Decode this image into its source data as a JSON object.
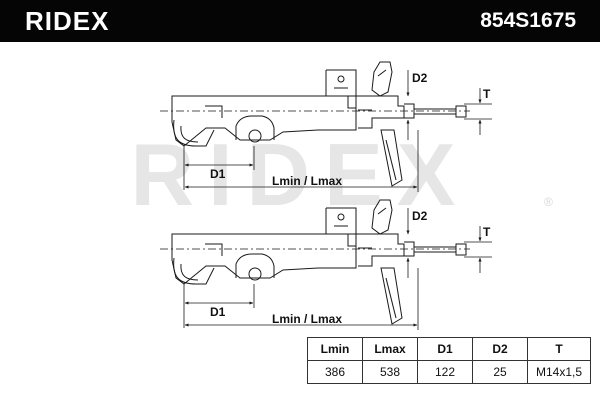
{
  "header": {
    "brand": "RIDEX",
    "part_number": "854S1675"
  },
  "watermark": {
    "text": "RIDEX",
    "mark": "®"
  },
  "drawing_labels": {
    "top": {
      "d1": "D1",
      "d2": "D2",
      "t": "T",
      "length": "Lmin / Lmax"
    },
    "bottom": {
      "d1": "D1",
      "d2": "D2",
      "t": "T",
      "length": "Lmin / Lmax"
    }
  },
  "spec_table": {
    "headers": [
      "Lmin",
      "Lmax",
      "D1",
      "D2",
      "T"
    ],
    "values": [
      "386",
      "538",
      "122",
      "25",
      "M14x1,5"
    ]
  },
  "colors": {
    "header_bg": "#050505",
    "line": "#1a1a1a",
    "watermark": "#e6e6e6"
  }
}
